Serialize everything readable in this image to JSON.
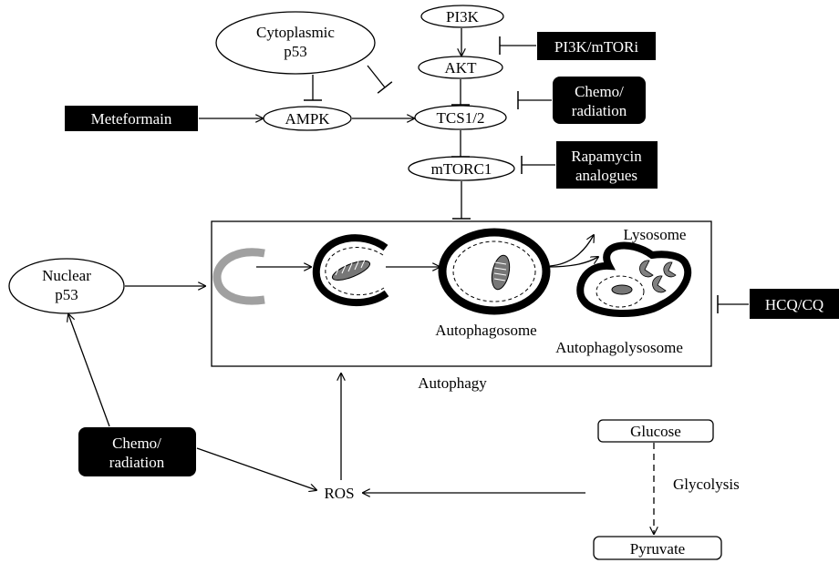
{
  "nodes": {
    "cytoplasmic_p53": [
      "Cytoplasmic",
      "p53"
    ],
    "pi3k": "PI3K",
    "akt": "AKT",
    "ampk": "AMPK",
    "tcs": "TCS1/2",
    "mtorc1": "mTORC1",
    "nuclear_p53": [
      "Nuclear",
      "p53"
    ],
    "ros": "ROS",
    "glucose": "Glucose",
    "pyruvate": "Pyruvate"
  },
  "drugs": {
    "meteformain": "Meteformain",
    "pi3k_mtori": "PI3K/mTORi",
    "chemo_top": [
      "Chemo/",
      "radiation"
    ],
    "rapamycin": [
      "Rapamycin",
      "analogues"
    ],
    "hcq_cq": "HCQ/CQ",
    "chemo_bottom": [
      "Chemo/",
      "radiation"
    ]
  },
  "labels": {
    "lysosome": "Lysosome",
    "autophagosome": "Autophagosome",
    "autophagolysosome": "Autophagolysosome",
    "autophagy": "Autophagy",
    "glycolysis": "Glycolysis"
  },
  "colors": {
    "drug_box": "#000000",
    "phagophore": "#a0a0a0",
    "lysosome_fill": "#808080"
  }
}
